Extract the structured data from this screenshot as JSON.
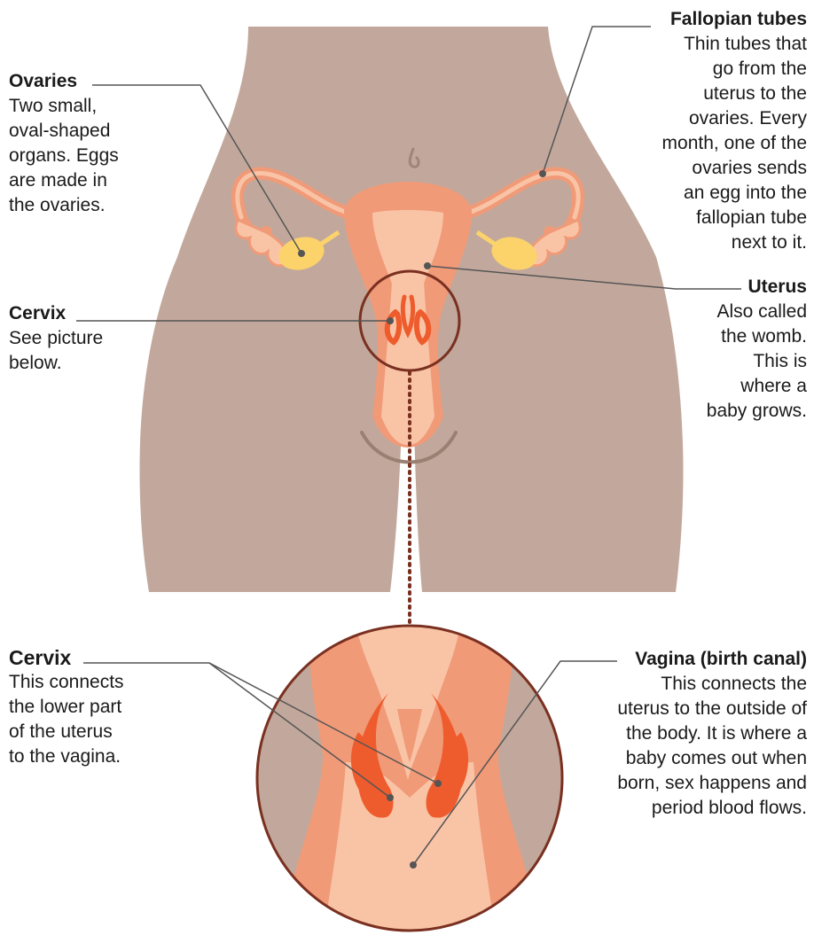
{
  "labels": {
    "ovaries": {
      "title": "Ovaries",
      "text": "Two small,\noval-shaped\norgans. Eggs\nare made in\nthe ovaries."
    },
    "cervix_top": {
      "title": "Cervix",
      "text": "See picture\nbelow."
    },
    "fallopian_tubes": {
      "title": "Fallopian tubes",
      "text": "Thin tubes that\ngo from the\nuterus to the\novaries. Every\nmonth, one of the\novaries sends\nan egg into the\nfallopian tube\nnext to it."
    },
    "uterus": {
      "title": "Uterus",
      "text": "Also called\nthe womb.\nThis is\nwhere a\nbaby grows."
    },
    "cervix_detail": {
      "title": "Cervix",
      "text": "This connects\nthe lower part\nof the uterus\nto the vagina."
    },
    "vagina": {
      "title": "Vagina (birth canal)",
      "text": "This connects the\nuterus to the outside of\nthe body. It is where a\nbaby comes out when\nborn, sex happens and\nperiod blood flows."
    }
  },
  "colors": {
    "skin": "#c2a89c",
    "uterus_outer": "#f09a78",
    "uterus_inner": "#f9c4a6",
    "cervix_red": "#ee5c2e",
    "ovary_yellow": "#fbd36a",
    "circle_outline": "#7a3020",
    "leader_line": "#555555"
  }
}
